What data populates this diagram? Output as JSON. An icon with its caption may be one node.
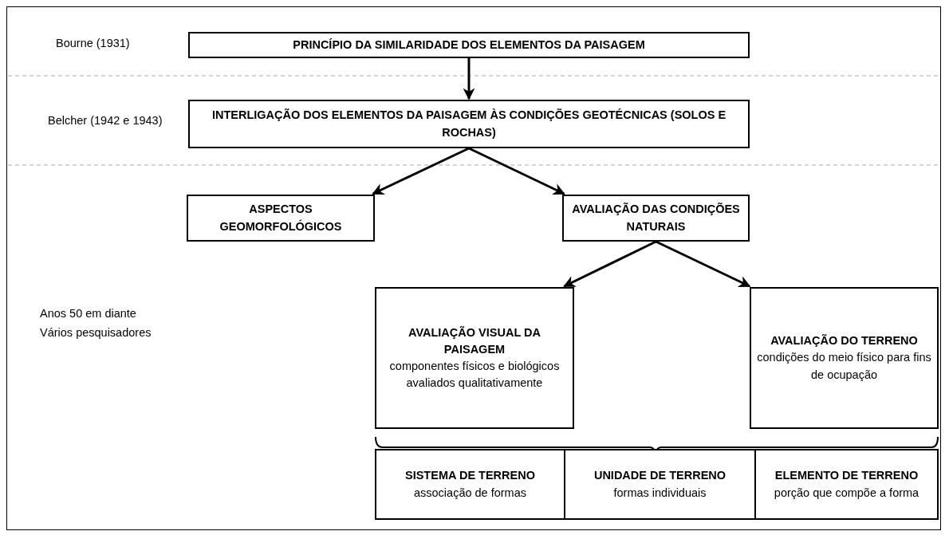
{
  "diagram": {
    "nodes": [
      {
        "text": [
          "PRINCÍPIO DA SIMILARIDADE DOS ELEMENTOS DA PAISAGEM"
        ]
      },
      {
        "text": [
          "INTERLIGAÇÃO DOS ELEMENTOS DA PAISAGEM ÀS CONDIÇÕES GEOTÉCNICAS (SOLOS E ROCHAS)"
        ]
      },
      {
        "text": [
          "ASPECTOS GEOMORFOLÓGICOS"
        ]
      },
      {
        "text": [
          "AVALIAÇÃO DAS CONDIÇÕES NATURAIS"
        ]
      },
      {
        "text": [
          "AVALIAÇÃO VISUAL DA PAISAGEM",
          "componentes físicos e biológicos avaliados qualitativamente"
        ]
      },
      {
        "text": [
          "AVALIAÇÃO DO TERRENO",
          "condições do meio físico para fins de ocupação"
        ]
      },
      {
        "text": [
          "SISTEMA DE TERRENO",
          "associação de formas"
        ]
      },
      {
        "text": [
          "UNIDADE DE TERRENO",
          "formas individuais"
        ]
      },
      {
        "text": [
          "ELEMENTO DE TERRENO",
          "porção que compõe a forma"
        ]
      }
    ],
    "edges": [
      {
        "from": 0,
        "to": 1,
        "arrow": "to"
      },
      {
        "from": 1,
        "to": 2,
        "arrow": "to"
      },
      {
        "from": 1,
        "to": 3,
        "arrow": "to"
      },
      {
        "from": 3,
        "to": 4,
        "arrow": "to"
      },
      {
        "from": 3,
        "to": 5,
        "arrow": "to"
      }
    ],
    "labels": [
      "Bourne (1931)",
      "Belcher (1942 e 1943)",
      "Anos 50 em diante",
      "Vários pesquisadores"
    ]
  }
}
